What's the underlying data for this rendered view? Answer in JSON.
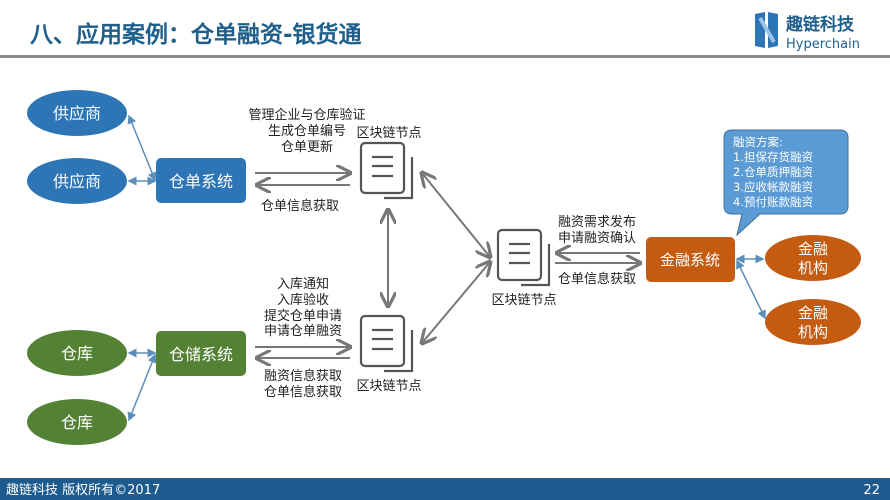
{
  "header": {
    "title": "八、应用案例：仓单融资-银货通"
  },
  "logo": {
    "name": "趣链科技",
    "sub": "Hyperchain"
  },
  "nodes": {
    "supplier1": "供应商",
    "supplier2": "供应商",
    "receipt_system": "仓单系统",
    "warehouse1": "仓库",
    "warehouse2": "仓库",
    "storage_system": "仓储系统",
    "finance_system": "金融系统",
    "institution1": [
      "金融",
      "机构"
    ],
    "institution2": [
      "金融",
      "机构"
    ],
    "block_top": "区块链节点",
    "block_bottom": "区块链节点",
    "block_mid": "区块链节点"
  },
  "labels": {
    "top_request": [
      "管理企业与仓库验证",
      "生成仓单编号",
      "仓单更新"
    ],
    "top_response": "仓单信息获取",
    "bottom_request": [
      "入库通知",
      "入库验收",
      "提交仓单申请",
      "申请仓单融资"
    ],
    "bottom_response": [
      "融资信息获取",
      "仓单信息获取"
    ],
    "right_request": [
      "融资需求发布",
      "申请融资确认"
    ],
    "right_response": "仓单信息获取"
  },
  "callout": [
    "融资方案:",
    "1.担保存货融资",
    "2.仓单质押融资",
    "3.应收帐款融资",
    "4.预付账款融资"
  ],
  "footer": {
    "copyright": "趣链科技 版权所有©2017",
    "page": "22"
  },
  "colors": {
    "blue": "#2e75b6",
    "green": "#548235",
    "orange": "#c55a11",
    "title": "#1f5f8b",
    "footer": "#1d5a8e",
    "callout": "#5b9bd5"
  }
}
